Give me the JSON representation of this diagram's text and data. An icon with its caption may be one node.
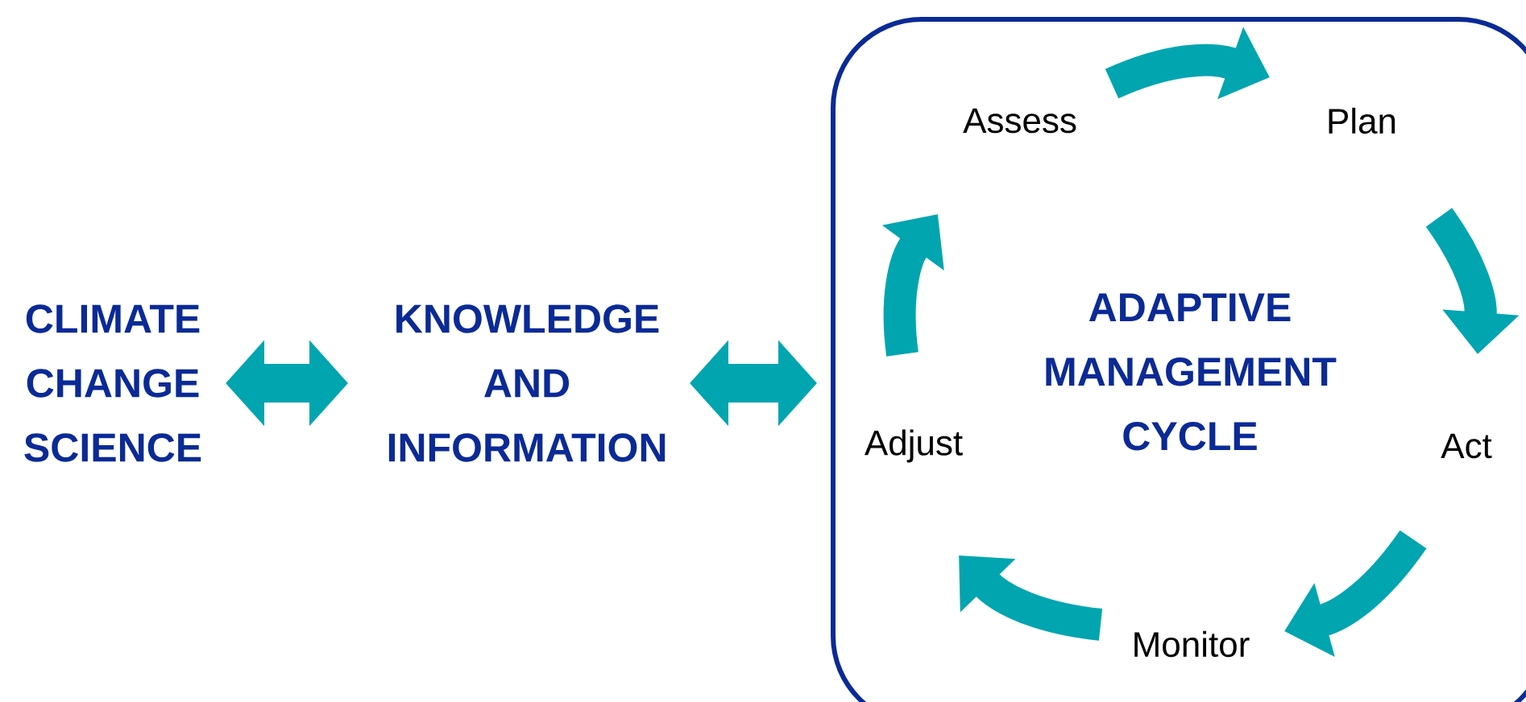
{
  "diagram": {
    "nodes": [
      {
        "text": [
          "CLIMATE CHANGE SCIENCE"
        ]
      },
      {
        "text": [
          "KNOWLEDGE AND INFORMATION"
        ]
      },
      {
        "text": [
          "ADAPTIVE MANAGEMENT CYCLE"
        ]
      },
      {
        "text": [
          "Assess"
        ],
        "in": 2
      },
      {
        "text": [
          "Plan"
        ],
        "in": 2
      },
      {
        "text": [
          "Act"
        ],
        "in": 2
      },
      {
        "text": [
          "Monitor"
        ],
        "in": 2
      },
      {
        "text": [
          "Adjust"
        ],
        "in": 2
      }
    ],
    "edges": [
      {
        "from": 0,
        "to": 1,
        "arrow": "both"
      },
      {
        "from": 1,
        "to": 2,
        "arrow": "both"
      },
      {
        "from": 3,
        "to": 4,
        "arrow": "to"
      },
      {
        "from": 4,
        "to": 5,
        "arrow": "to"
      },
      {
        "from": 5,
        "to": 6,
        "arrow": "to"
      },
      {
        "from": 6,
        "to": 7,
        "arrow": "to"
      },
      {
        "from": 7,
        "to": 3,
        "arrow": "to"
      }
    ]
  }
}
